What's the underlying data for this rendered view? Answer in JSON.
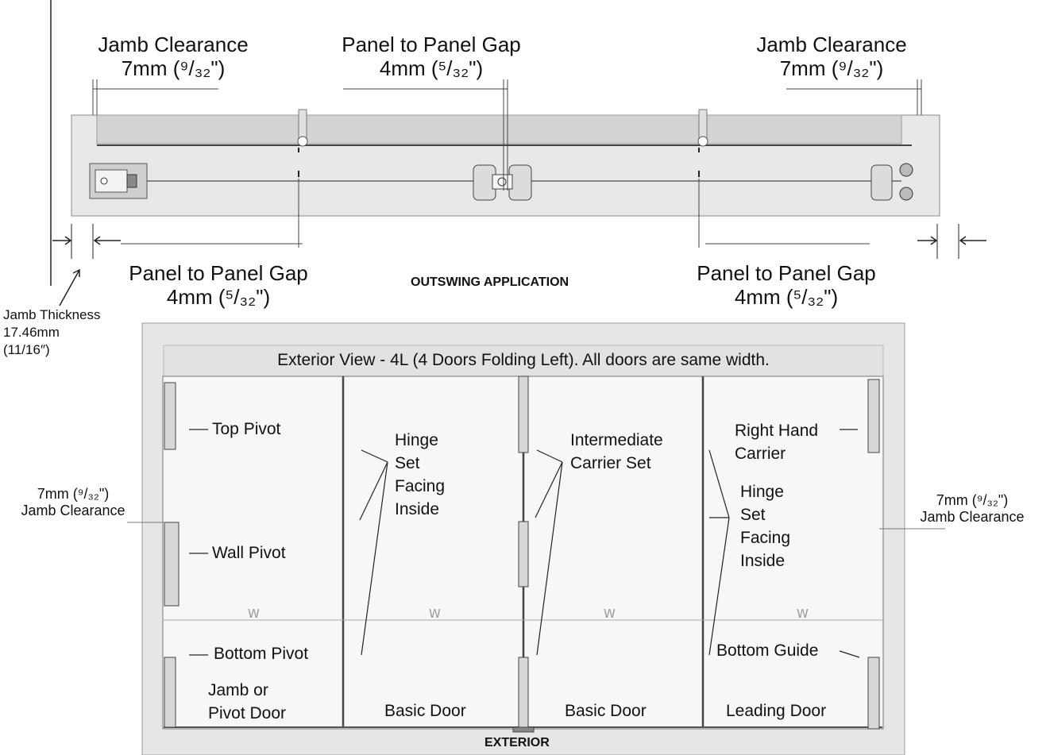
{
  "top": {
    "jamb_clearance_left": {
      "title": "Jamb Clearance",
      "value": "7mm (⁹/₃₂\")"
    },
    "gap_center": {
      "title": "Panel to Panel Gap",
      "value": "4mm (⁵/₃₂\")"
    },
    "jamb_clearance_right": {
      "title": "Jamb Clearance",
      "value": "7mm (⁹/₃₂\")"
    },
    "gap_left": {
      "title": "Panel to Panel Gap",
      "value": "4mm (⁵/₃₂\")"
    },
    "gap_right": {
      "title": "Panel to Panel Gap",
      "value": "4mm (⁵/₃₂\")"
    },
    "application": "OUTSWING APPLICATION",
    "jamb_thickness": [
      "Jamb Thickness",
      "17.46mm",
      "(11/16″)"
    ]
  },
  "bottom": {
    "header": "Exterior View - 4L (4 Doors Folding Left). All doors are same width.",
    "side_clearance_left": [
      "7mm (⁹/₃₂\")",
      "Jamb Clearance"
    ],
    "side_clearance_right": [
      "7mm (⁹/₃₂\")",
      "Jamb Clearance"
    ],
    "labels": {
      "top_pivot": "Top Pivot",
      "wall_pivot": "Wall Pivot",
      "bottom_pivot": "Bottom Pivot",
      "hinge_set_1": [
        "Hinge",
        "Set",
        "Facing",
        "Inside"
      ],
      "intermediate_carrier": [
        "Intermediate",
        "Carrier Set"
      ],
      "right_hand_carrier": [
        "Right Hand",
        "Carrier"
      ],
      "hinge_set_2": [
        "Hinge",
        "Set",
        "Facing",
        "Inside"
      ],
      "bottom_guide": "Bottom Guide"
    },
    "width_marks": [
      "W",
      "W",
      "W",
      "W"
    ],
    "doors": [
      [
        "Jamb or",
        "Pivot Door"
      ],
      [
        "Basic Door"
      ],
      [
        "Basic Door"
      ],
      [
        "Leading Door"
      ]
    ],
    "footer": "EXTERIOR"
  }
}
